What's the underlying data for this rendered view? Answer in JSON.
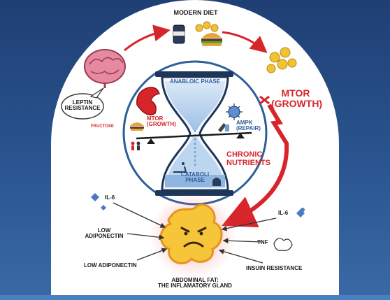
{
  "labels": {
    "modern_diet": "MODERN DIET",
    "leptin_resistance": "LEPTIN\nRESISTANCE",
    "fructose": "FRUCTOSE",
    "mtor_growth_top": "MTOR\n(GROWTH)",
    "anabolic_phase": "ANABLOIC PHASE",
    "mtor_growth_left": "mTOR\n(GROWTH)",
    "ampk_repair": "AMPK\n(REPAIR)",
    "chronic_nutrients": "CHRONIC\nNUTRIENTS",
    "catabolic_phase": "CATABOLI\nPHASE",
    "il6_left": "IL-6",
    "il6_right": "IL-6",
    "low_adiponectin_1": "LOW\nADIPONECTIN",
    "low_adiponectin_2": "LOW ADIPONECTIN",
    "tnf": "TNF",
    "insulin_resistance": "INSUIN RESISTANCE",
    "abdominal_fat": "ABDOMINAL FAT:\nTHE INFLAMATORY GLAND"
  },
  "colors": {
    "background": "#2a5590",
    "accent_red": "#d6252b",
    "accent_blue": "#2d5f9c",
    "fat_yellow": "#f6c53a",
    "brain_pink": "#e07a8e"
  },
  "icons": [
    "brain-icon",
    "soda-can-icon",
    "burger-icon",
    "coins-icon",
    "hourglass-icon",
    "muscle-arm-icon",
    "virus-icon",
    "fat-cell-icon",
    "treadmill-icon"
  ]
}
